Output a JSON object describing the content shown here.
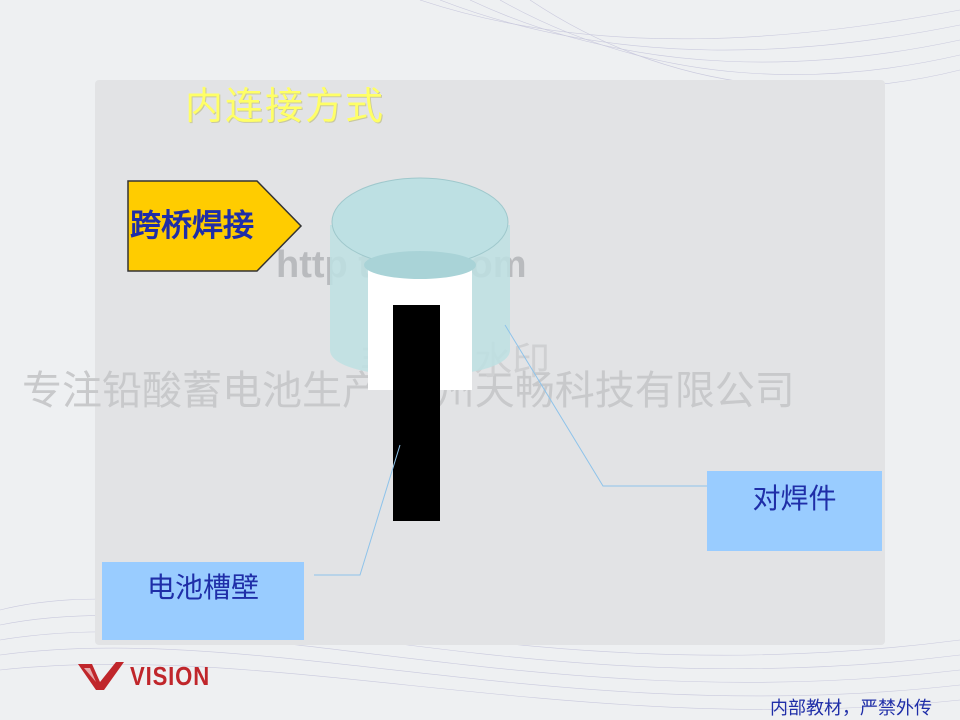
{
  "slide": {
    "title": "内连接方式",
    "arrow_label": "跨桥焊接",
    "label_weld_part": "对焊件",
    "label_cell_wall": "电池槽壁",
    "footer_note": "内部教材，严禁外传"
  },
  "watermarks": {
    "url": "http           ttery.com",
    "company": "专注铅酸蓄电池生产      广州天畅科技有限公司",
    "member": "非会员水印"
  },
  "logo": {
    "text": "VISION",
    "icon": "vision-v-logo-icon"
  },
  "colors": {
    "title": "#ffff66",
    "arrow_fill": "#ffcc00",
    "box_fill": "#99ccff",
    "label_text": "#1f2ea8",
    "cap_fill": "#bde0e3",
    "logo_red": "#c0262b"
  }
}
